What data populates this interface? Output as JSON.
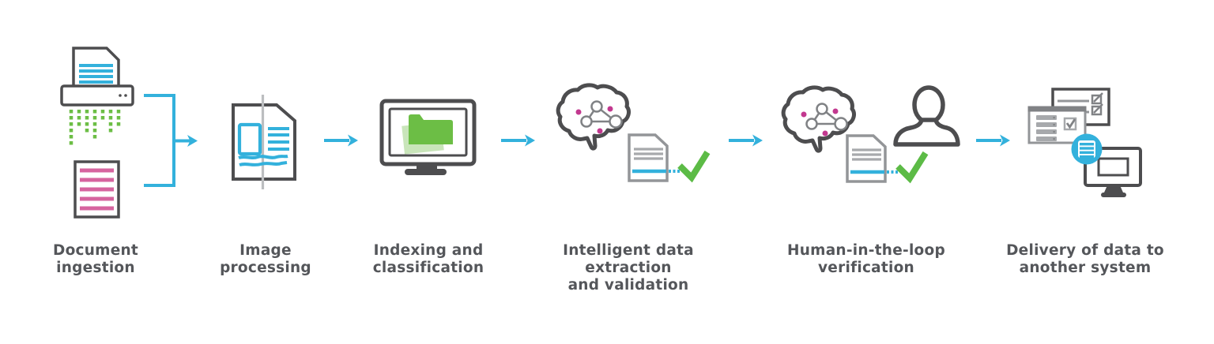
{
  "diagram": {
    "type": "process-flow",
    "direction": "left-to-right",
    "stages": [
      {
        "id": "document-ingestion",
        "label": "Document\ningestion",
        "icon": "document-shredder-scanner-icon"
      },
      {
        "id": "image-processing",
        "label": "Image\nprocessing",
        "icon": "document-scanline-icon"
      },
      {
        "id": "indexing-and-classification",
        "label": "Indexing and\nclassification",
        "icon": "monitor-folders-icon"
      },
      {
        "id": "intelligent-data-extraction-and-validation",
        "label": "Intelligent data\nextraction\nand validation",
        "icon": "ai-brain-document-check-icon"
      },
      {
        "id": "human-in-the-loop-verification",
        "label": "Human-in-the-loop\nverification",
        "icon": "ai-brain-person-document-check-icon"
      },
      {
        "id": "delivery-of-data-to-another-system",
        "label": "Delivery of data to\nanother system",
        "icon": "data-transfer-systems-icon"
      }
    ],
    "connectors": [
      {
        "from": "document-ingestion",
        "to": "image-processing",
        "shape": "merge-bracket-arrow"
      },
      {
        "from": "image-processing",
        "to": "indexing-and-classification",
        "shape": "arrow"
      },
      {
        "from": "indexing-and-classification",
        "to": "intelligent-data-extraction-and-validation",
        "shape": "arrow"
      },
      {
        "from": "intelligent-data-extraction-and-validation",
        "to": "human-in-the-loop-verification",
        "shape": "arrow"
      },
      {
        "from": "human-in-the-loop-verification",
        "to": "delivery-of-data-to-another-system",
        "shape": "arrow"
      }
    ]
  },
  "colors": {
    "background": "#FFFFFF",
    "cyan": "#33B1DC",
    "green": "#6CBE45",
    "light_green": "#C9E5BA",
    "check_green": "#5CBB46",
    "pink": "#D6649F",
    "magenta_dot": "#C2388F",
    "dark": "#4D4D4F",
    "mid_gray": "#808285",
    "light_gray": "#A7A9AC",
    "panel_gray": "#939598",
    "scanline": "#BCBEC0",
    "text": "#54565A"
  }
}
